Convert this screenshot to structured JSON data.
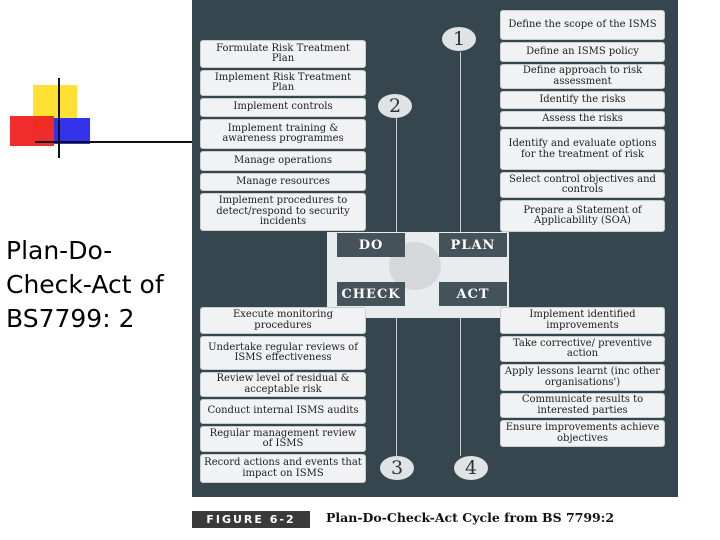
{
  "slide": {
    "title": "Plan-Do-Check-Act of BS7799: 2"
  },
  "figure": {
    "label": "FIGURE 6-2",
    "title": "Plan-Do-Check-Act Cycle from BS 7799:2",
    "quadrants": {
      "do": "DO",
      "plan": "PLAN",
      "check": "CHECK",
      "act": "ACT"
    },
    "numbers": [
      "1",
      "2",
      "3",
      "4"
    ],
    "plan_steps": [
      "Define the scope of the ISMS",
      "Define an ISMS policy",
      "Define approach to risk assessment",
      "Identify the risks",
      "Assess the risks",
      "Identify and evaluate options for the treatment of risk",
      "Select control objectives and controls",
      "Prepare a Statement of Applicability (SOA)"
    ],
    "do_steps": [
      "Formulate Risk Treatment Plan",
      "Implement Risk Treatment Plan",
      "Implement controls",
      "Implement training & awareness programmes",
      "Manage operations",
      "Manage resources",
      "Implement procedures to detect/respond to security incidents"
    ],
    "check_steps": [
      "Execute monitoring procedures",
      "Undertake regular reviews of ISMS effectiveness",
      "Review level of residual & acceptable risk",
      "Conduct internal ISMS audits",
      "Regular management review of ISMS",
      "Record actions and events that impact on ISMS"
    ],
    "act_steps": [
      "Implement identified improvements",
      "Take corrective/ preventive action",
      "Apply lessons learnt (inc other organisations')",
      "Communicate results to interested parties",
      "Ensure improvements achieve objectives"
    ]
  }
}
